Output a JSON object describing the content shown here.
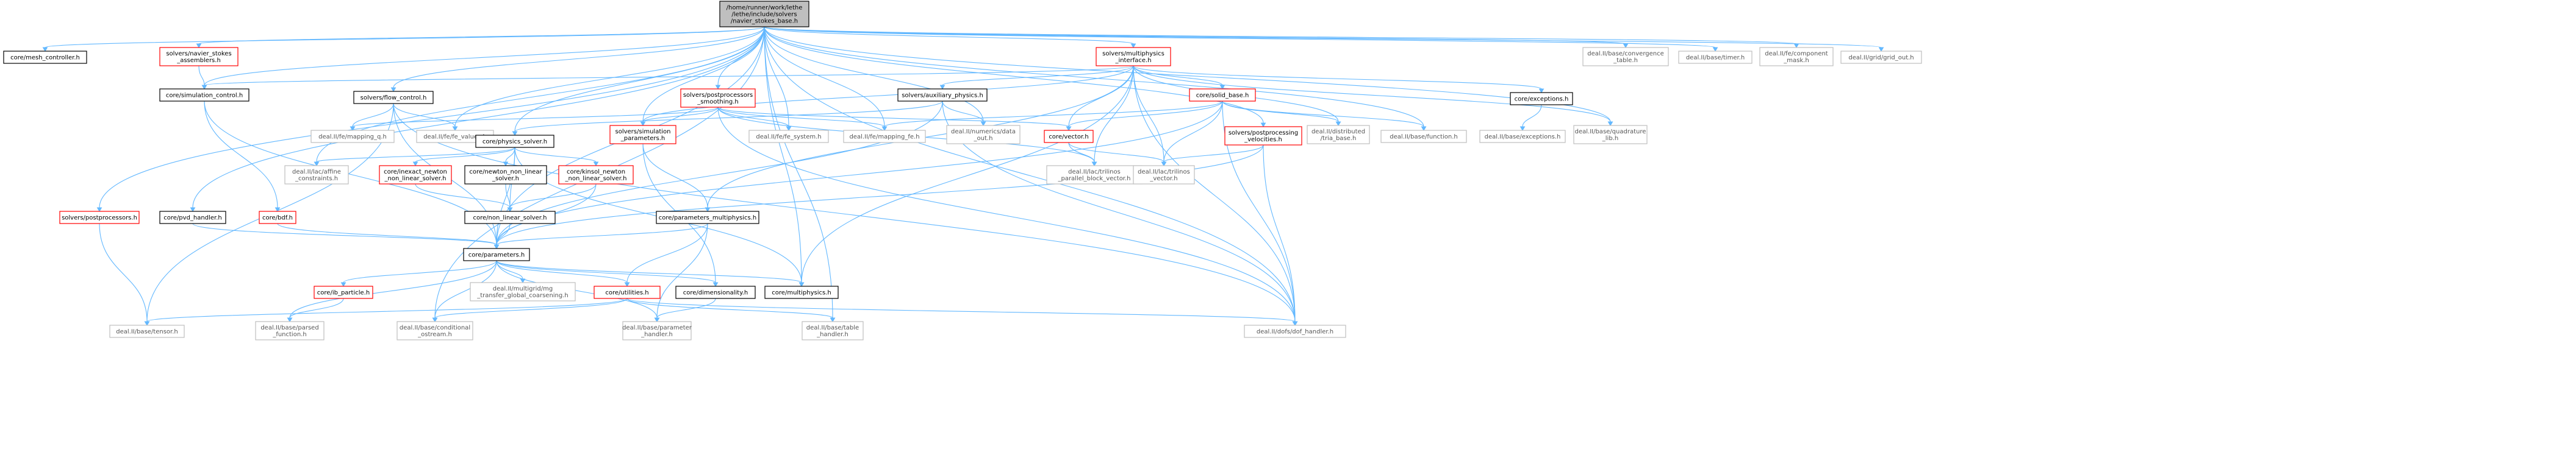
{
  "colors": {
    "edge": "#63b8ff",
    "root_fill": "#bfbfbf",
    "red_border": "#ff0000",
    "black_border": "#000000",
    "gray_border": "#bfbfbf",
    "gray_text": "#555555"
  },
  "nodes": [
    {
      "id": "root",
      "lines": [
        "/home/runner/work/lethe",
        "/lethe/include/solvers",
        "/navier_stokes_base.h"
      ],
      "style": "root"
    },
    {
      "id": "mesh_controller",
      "lines": [
        "core/mesh_controller.h"
      ],
      "style": "black"
    },
    {
      "id": "ns_assemblers",
      "lines": [
        "solvers/navier_stokes",
        "_assemblers.h"
      ],
      "style": "red"
    },
    {
      "id": "multiphysics_interface",
      "lines": [
        "solvers/multiphysics",
        "_interface.h"
      ],
      "style": "red"
    },
    {
      "id": "convergence_table",
      "lines": [
        "deal.II/base/convergence",
        "_table.h"
      ],
      "style": "gray"
    },
    {
      "id": "timer",
      "lines": [
        "deal.II/base/timer.h"
      ],
      "style": "gray"
    },
    {
      "id": "component_mask",
      "lines": [
        "deal.II/fe/component",
        "_mask.h"
      ],
      "style": "gray"
    },
    {
      "id": "grid_out",
      "lines": [
        "deal.II/grid/grid_out.h"
      ],
      "style": "gray"
    },
    {
      "id": "simulation_control",
      "lines": [
        "core/simulation_control.h"
      ],
      "style": "black"
    },
    {
      "id": "flow_control",
      "lines": [
        "solvers/flow_control.h"
      ],
      "style": "black"
    },
    {
      "id": "pp_smoothing",
      "lines": [
        "solvers/postprocessors",
        "_smoothing.h"
      ],
      "style": "red"
    },
    {
      "id": "auxiliary_physics",
      "lines": [
        "solvers/auxiliary_physics.h"
      ],
      "style": "black"
    },
    {
      "id": "solid_base",
      "lines": [
        "core/solid_base.h"
      ],
      "style": "red"
    },
    {
      "id": "exceptions_core",
      "lines": [
        "core/exceptions.h"
      ],
      "style": "black"
    },
    {
      "id": "mapping_q",
      "lines": [
        "deal.II/fe/mapping_q.h"
      ],
      "style": "gray"
    },
    {
      "id": "fe_values",
      "lines": [
        "deal.II/fe/fe_values.h"
      ],
      "style": "gray"
    },
    {
      "id": "sim_params",
      "lines": [
        "solvers/simulation",
        "_parameters.h"
      ],
      "style": "red"
    },
    {
      "id": "fe_system",
      "lines": [
        "deal.II/fe/fe_system.h"
      ],
      "style": "gray"
    },
    {
      "id": "mapping_fe",
      "lines": [
        "deal.II/fe/mapping_fe.h"
      ],
      "style": "gray"
    },
    {
      "id": "datout",
      "lines": [
        "deal.II/numerics/data",
        "_out.h"
      ],
      "style": "gray"
    },
    {
      "id": "core_vector",
      "lines": [
        "core/vector.h"
      ],
      "style": "red"
    },
    {
      "id": "tria_base",
      "lines": [
        "deal.II/distributed",
        "/tria_base.h"
      ],
      "style": "gray"
    },
    {
      "id": "base_function",
      "lines": [
        "deal.II/base/function.h"
      ],
      "style": "gray"
    },
    {
      "id": "base_exceptions",
      "lines": [
        "deal.II/base/exceptions.h"
      ],
      "style": "gray"
    },
    {
      "id": "quadrature_lib",
      "lines": [
        "deal.II/base/quadrature",
        "_lib.h"
      ],
      "style": "gray"
    },
    {
      "id": "pp_velocities",
      "lines": [
        "solvers/postprocessing",
        "_velocities.h"
      ],
      "style": "red"
    },
    {
      "id": "physics_solver",
      "lines": [
        "core/physics_solver.h"
      ],
      "style": "black"
    },
    {
      "id": "affine_constraints",
      "lines": [
        "deal.II/lac/affine",
        "_constraints.h"
      ],
      "style": "gray"
    },
    {
      "id": "inexact_newton",
      "lines": [
        "core/inexact_newton",
        "_non_linear_solver.h"
      ],
      "style": "red"
    },
    {
      "id": "newton_nl",
      "lines": [
        "core/newton_non_linear",
        "_solver.h"
      ],
      "style": "black"
    },
    {
      "id": "kinsol",
      "lines": [
        "core/kinsol_newton",
        "_non_linear_solver.h"
      ],
      "style": "red"
    },
    {
      "id": "trilinos_pbv",
      "lines": [
        "deal.II/lac/trilinos",
        "_parallel_block_vector.h"
      ],
      "style": "gray"
    },
    {
      "id": "trilinos_vector",
      "lines": [
        "deal.II/lac/trilinos",
        "_vector.h"
      ],
      "style": "gray"
    },
    {
      "id": "pvd_handler",
      "lines": [
        "core/pvd_handler.h"
      ],
      "style": "black"
    },
    {
      "id": "bdf",
      "lines": [
        "core/bdf.h"
      ],
      "style": "red"
    },
    {
      "id": "non_linear_solver",
      "lines": [
        "core/non_linear_solver.h"
      ],
      "style": "black"
    },
    {
      "id": "params_multiphysics",
      "lines": [
        "core/parameters_multiphysics.h"
      ],
      "style": "black"
    },
    {
      "id": "postprocessors",
      "lines": [
        "solvers/postprocessors.h"
      ],
      "style": "red"
    },
    {
      "id": "parameters",
      "lines": [
        "core/parameters.h"
      ],
      "style": "black"
    },
    {
      "id": "ib_particle",
      "lines": [
        "core/ib_particle.h"
      ],
      "style": "red"
    },
    {
      "id": "mg_transfer",
      "lines": [
        "deal.II/multigrid/mg",
        "_transfer_global_coarsening.h"
      ],
      "style": "gray"
    },
    {
      "id": "utilities",
      "lines": [
        "core/utilities.h"
      ],
      "style": "red"
    },
    {
      "id": "dimensionality",
      "lines": [
        "core/dimensionality.h"
      ],
      "style": "black"
    },
    {
      "id": "multiphysics",
      "lines": [
        "core/multiphysics.h"
      ],
      "style": "black"
    },
    {
      "id": "tensor",
      "lines": [
        "deal.II/base/tensor.h"
      ],
      "style": "gray"
    },
    {
      "id": "parsed_function",
      "lines": [
        "deal.II/base/parsed",
        "_function.h"
      ],
      "style": "gray"
    },
    {
      "id": "conditional_ostream",
      "lines": [
        "deal.II/base/conditional",
        "_ostream.h"
      ],
      "style": "gray"
    },
    {
      "id": "parameter_handler",
      "lines": [
        "deal.II/base/parameter",
        "_handler.h"
      ],
      "style": "gray"
    },
    {
      "id": "table_handler",
      "lines": [
        "deal.II/base/table",
        "_handler.h"
      ],
      "style": "gray"
    },
    {
      "id": "dof_handler",
      "lines": [
        "deal.II/dofs/dof_handler.h"
      ],
      "style": "gray"
    }
  ],
  "edges": [
    [
      "root",
      "mesh_controller"
    ],
    [
      "root",
      "ns_assemblers"
    ],
    [
      "root",
      "multiphysics_interface"
    ],
    [
      "root",
      "convergence_table"
    ],
    [
      "root",
      "timer"
    ],
    [
      "root",
      "component_mask"
    ],
    [
      "root",
      "grid_out"
    ],
    [
      "root",
      "simulation_control"
    ],
    [
      "root",
      "flow_control"
    ],
    [
      "root",
      "pp_smoothing"
    ],
    [
      "root",
      "physics_solver"
    ],
    [
      "root",
      "pvd_handler"
    ],
    [
      "root",
      "postprocessors"
    ],
    [
      "root",
      "parameters"
    ],
    [
      "root",
      "sim_params"
    ],
    [
      "root",
      "fe_system"
    ],
    [
      "root",
      "mapping_fe"
    ],
    [
      "root",
      "datout"
    ],
    [
      "root",
      "pp_velocities"
    ],
    [
      "root",
      "base_function"
    ],
    [
      "root",
      "quadrature_lib"
    ],
    [
      "root",
      "table_handler"
    ],
    [
      "root",
      "dof_handler"
    ],
    [
      "root",
      "multiphysics"
    ],
    [
      "root",
      "fe_values"
    ],
    [
      "root",
      "affine_constraints"
    ],
    [
      "root",
      "conditional_ostream"
    ],
    [
      "ns_assemblers",
      "simulation_control"
    ],
    [
      "multiphysics_interface",
      "simulation_control"
    ],
    [
      "multiphysics_interface",
      "auxiliary_physics"
    ],
    [
      "multiphysics_interface",
      "solid_base"
    ],
    [
      "multiphysics_interface",
      "exceptions_core"
    ],
    [
      "multiphysics_interface",
      "core_vector"
    ],
    [
      "multiphysics_interface",
      "sim_params"
    ],
    [
      "multiphysics_interface",
      "params_multiphysics"
    ],
    [
      "multiphysics_interface",
      "multiphysics"
    ],
    [
      "multiphysics_interface",
      "trilinos_pbv"
    ],
    [
      "multiphysics_interface",
      "trilinos_vector"
    ],
    [
      "multiphysics_interface",
      "quadrature_lib"
    ],
    [
      "multiphysics_interface",
      "tria_base"
    ],
    [
      "multiphysics_interface",
      "dof_handler"
    ],
    [
      "simulation_control",
      "bdf"
    ],
    [
      "simulation_control",
      "parameters"
    ],
    [
      "flow_control",
      "mapping_q"
    ],
    [
      "flow_control",
      "fe_values"
    ],
    [
      "flow_control",
      "parameters"
    ],
    [
      "flow_control",
      "dof_handler"
    ],
    [
      "flow_control",
      "tensor"
    ],
    [
      "pp_smoothing",
      "mapping_q"
    ],
    [
      "pp_smoothing",
      "sim_params"
    ],
    [
      "pp_smoothing",
      "fe_system"
    ],
    [
      "pp_smoothing",
      "mapping_fe"
    ],
    [
      "pp_smoothing",
      "core_vector"
    ],
    [
      "pp_smoothing",
      "trilinos_pbv"
    ],
    [
      "pp_smoothing",
      "dof_handler"
    ],
    [
      "auxiliary_physics",
      "physics_solver"
    ],
    [
      "auxiliary_physics",
      "datout"
    ],
    [
      "auxiliary_physics",
      "parameters"
    ],
    [
      "auxiliary_physics",
      "dof_handler"
    ],
    [
      "solid_base",
      "core_vector"
    ],
    [
      "solid_base",
      "mapping_fe"
    ],
    [
      "solid_base",
      "tria_base"
    ],
    [
      "solid_base",
      "base_function"
    ],
    [
      "solid_base",
      "trilinos_vector"
    ],
    [
      "solid_base",
      "parameters"
    ],
    [
      "solid_base",
      "dof_handler"
    ],
    [
      "exceptions_core",
      "base_exceptions"
    ],
    [
      "core_vector",
      "trilinos_pbv"
    ],
    [
      "core_vector",
      "trilinos_vector"
    ],
    [
      "pp_velocities",
      "trilinos_vector"
    ],
    [
      "pp_velocities",
      "parameters"
    ],
    [
      "pp_velocities",
      "dof_handler"
    ],
    [
      "sim_params",
      "params_multiphysics"
    ],
    [
      "sim_params",
      "dimensionality"
    ],
    [
      "physics_solver",
      "affine_constraints"
    ],
    [
      "physics_solver",
      "inexact_newton"
    ],
    [
      "physics_solver",
      "newton_nl"
    ],
    [
      "physics_solver",
      "kinsol"
    ],
    [
      "physics_solver",
      "non_linear_solver"
    ],
    [
      "physics_solver",
      "parameters"
    ],
    [
      "physics_solver",
      "multiphysics"
    ],
    [
      "inexact_newton",
      "non_linear_solver"
    ],
    [
      "newton_nl",
      "non_linear_solver"
    ],
    [
      "kinsol",
      "non_linear_solver"
    ],
    [
      "kinsol",
      "parameters"
    ],
    [
      "non_linear_solver",
      "parameters"
    ],
    [
      "pvd_handler",
      "parameters"
    ],
    [
      "bdf",
      "parameters"
    ],
    [
      "params_multiphysics",
      "parameters"
    ],
    [
      "params_multiphysics",
      "utilities"
    ],
    [
      "params_multiphysics",
      "parameter_handler"
    ],
    [
      "postprocessors",
      "tensor"
    ],
    [
      "parameters",
      "ib_particle"
    ],
    [
      "parameters",
      "mg_transfer"
    ],
    [
      "parameters",
      "utilities"
    ],
    [
      "parameters",
      "dimensionality"
    ],
    [
      "parameters",
      "multiphysics"
    ],
    [
      "parameters",
      "parsed_function"
    ],
    [
      "parameters",
      "conditional_ostream"
    ],
    [
      "parameters",
      "parameter_handler"
    ],
    [
      "ib_particle",
      "parsed_function"
    ],
    [
      "utilities",
      "tensor"
    ],
    [
      "utilities",
      "conditional_ostream"
    ],
    [
      "utilities",
      "table_handler"
    ],
    [
      "utilities",
      "dof_handler"
    ],
    [
      "dimensionality",
      "parameter_handler"
    ]
  ]
}
